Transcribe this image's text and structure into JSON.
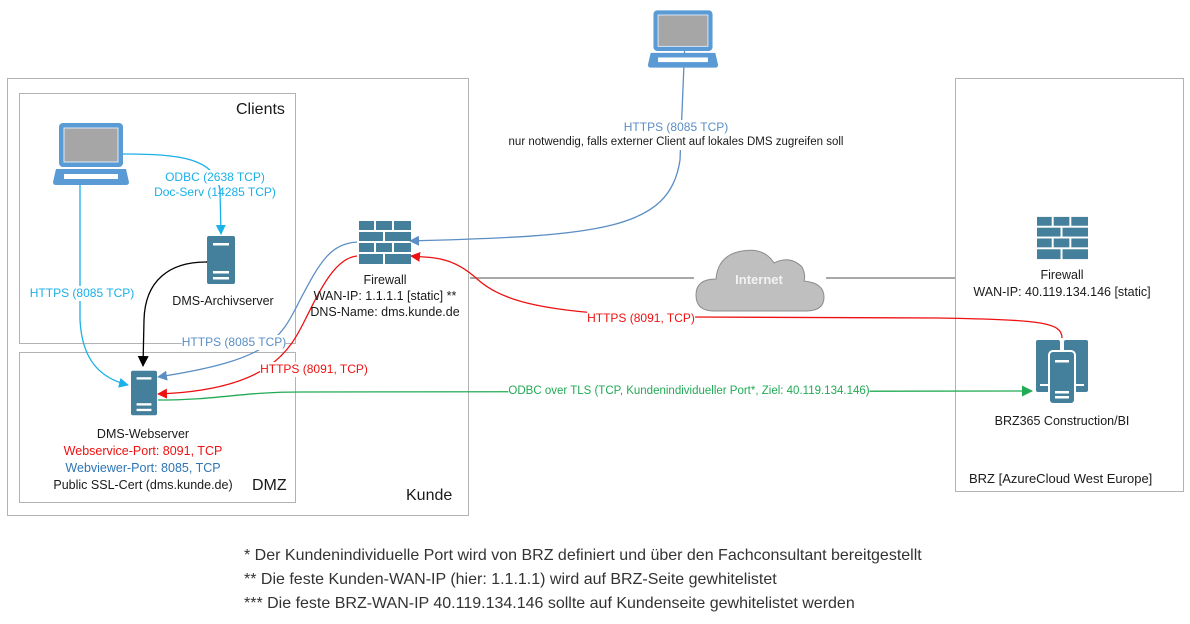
{
  "zones": {
    "kunde": "Kunde",
    "clients": "Clients",
    "dmz": "DMZ",
    "brz": "BRZ [AzureCloud West Europe]"
  },
  "nodes": {
    "client_laptop": {
      "icon": "laptop-icon"
    },
    "external_laptop": {
      "icon": "laptop-icon"
    },
    "archivserver": {
      "icon": "server-icon",
      "label": "DMS-Archivserver"
    },
    "webserver": {
      "icon": "server-icon",
      "label": "DMS-Webserver",
      "webservice_port": "Webservice-Port: 8091, TCP",
      "webviewer_port": "Webviewer-Port: 8085, TCP",
      "ssl_cert": "Public SSL-Cert (dms.kunde.de)"
    },
    "kunde_firewall": {
      "icon": "firewall-icon",
      "label": "Firewall",
      "wan_ip": "WAN-IP: 1.1.1.1 [static] **",
      "dns_name": "DNS-Name: dms.kunde.de"
    },
    "internet": {
      "icon": "cloud-icon",
      "label": "Internet"
    },
    "brz_firewall": {
      "icon": "firewall-icon",
      "label": "Firewall",
      "wan_ip": "WAN-IP: 40.119.134.146 [static]"
    },
    "brz365": {
      "icon": "server-cluster-icon",
      "label": "BRZ365 Construction/BI"
    }
  },
  "connections": {
    "client_to_archiv": {
      "line1": "ODBC (2638 TCP)",
      "line2": "Doc-Serv (14285 TCP)",
      "color": "#1ab0e8"
    },
    "client_to_webserver": {
      "label": "HTTPS (8085 TCP)",
      "color": "#1ab0e8"
    },
    "archiv_webserver": {
      "label": "",
      "color": "#000000"
    },
    "firewall_to_webserver_https": {
      "label": "HTTPS (8085 TCP)",
      "color": "#5b8ec4"
    },
    "firewall_to_webserver_8091": {
      "label": "HTTPS (8091, TCP)",
      "color": "#ee1111"
    },
    "brz_to_firewall_8091": {
      "label": "HTTPS (8091, TCP)",
      "color": "#ee1111"
    },
    "external_to_firewall": {
      "label": "HTTPS (8085 TCP)",
      "note": "nur notwendig, falls externer Client auf lokales DMS zugreifen soll",
      "color": "#5b8ec4"
    },
    "odbc_tls": {
      "label": "ODBC over TLS (TCP, Kundenindividueller Port*, Ziel: 40.119.134.146)",
      "color": "#22aa55"
    }
  },
  "colors": {
    "server": "#447f9c",
    "laptop": "#5b9bd5",
    "screen": "#a6a6a6",
    "cloud": "#bfbfbf",
    "box_border": "#b3b3b3",
    "red": "#ee1111",
    "cyan": "#1ab0e8",
    "steel_blue": "#5b8ec4",
    "green": "#22aa55",
    "webviewer_text": "#2e75b6"
  },
  "footnotes": [
    "* Der Kundenindividuelle Port wird von BRZ definiert und über den Fachconsultant bereitgestellt",
    "** Die feste Kunden-WAN-IP (hier: 1.1.1.1) wird auf BRZ-Seite gewhitelistet",
    "*** Die feste BRZ-WAN-IP 40.119.134.146 sollte auf Kundenseite gewhitelistet werden"
  ]
}
